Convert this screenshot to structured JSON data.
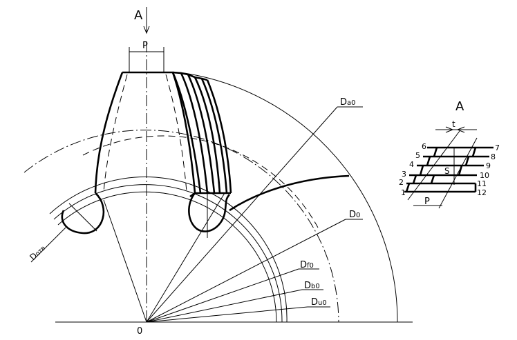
{
  "labels": {
    "view_a_main": "A",
    "pitch_main": "P",
    "d_a0": "D",
    "d_a0_sub": "a0",
    "d_0": "D",
    "d_0_sub": "0",
    "d_f0": "D",
    "d_f0_sub": "f0",
    "d_b0": "D",
    "d_b0_sub": "b0",
    "d_u0": "D",
    "d_u0_sub": "u0",
    "d_otv": "D",
    "d_otv_sub": "отв",
    "origin": "0",
    "view_a_detail": "A",
    "t_label": "t",
    "s_label": "S",
    "pitch_detail": "P",
    "n1": "1",
    "n2": "2",
    "n3": "3",
    "n4": "4",
    "n5": "5",
    "n6": "6",
    "n7": "7",
    "n8": "8",
    "n9": "9",
    "n10": "10",
    "n11": "11",
    "n12": "12"
  }
}
